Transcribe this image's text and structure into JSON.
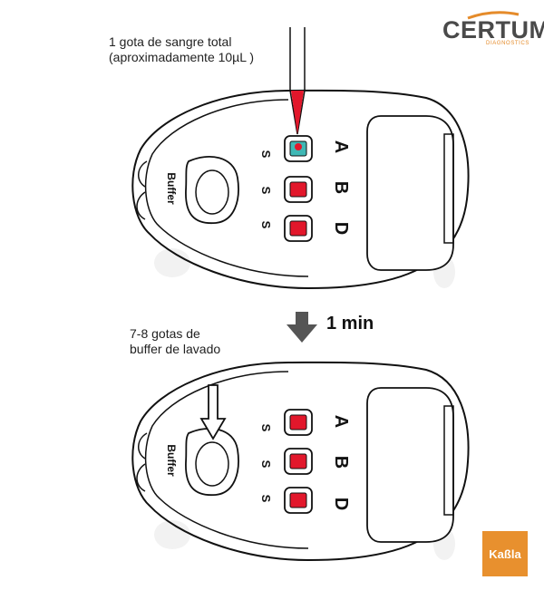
{
  "step1": {
    "note_line1": "1 gota de sangre total",
    "note_line2": "(aproximadamente 10µL )"
  },
  "step2": {
    "note_line1": "7-8 gotas de",
    "note_line2": "buffer de lavado"
  },
  "transition": {
    "time_label": "1 min"
  },
  "device": {
    "buffer_label": "Buffer",
    "rows": [
      {
        "letter": "A",
        "marker": "S"
      },
      {
        "letter": "B",
        "marker": "S"
      },
      {
        "letter": "D",
        "marker": "S"
      }
    ]
  },
  "logo": {
    "wordmark": "CERTUM",
    "tagline": "DIAGNOSTICS"
  },
  "brand_badge": {
    "text": "Kaßla"
  },
  "colors": {
    "blood_red": "#e2172b",
    "well_teal": "#3fb8b5",
    "outline": "#111111",
    "logo_orange": "#e58b2a",
    "logo_gray": "#4a4a4a",
    "badge_orange": "#e8902e",
    "arrow_gray": "#555555"
  }
}
